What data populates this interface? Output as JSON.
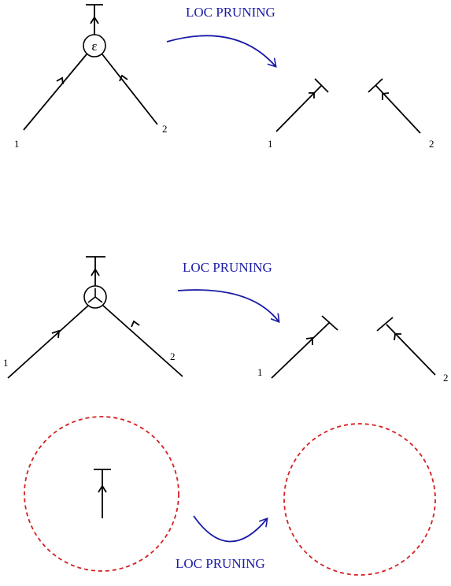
{
  "colors": {
    "line": "#000000",
    "arrow": "#1a1aa6",
    "label": "#1a1aa6",
    "dashed_circle": "#d42020"
  },
  "row1": {
    "pruning_label": "LOC PRUNING",
    "vertex_symbol": "ε",
    "leg_left_label": "1",
    "leg_right_label": "2",
    "result_left_label": "1",
    "result_right_label": "2"
  },
  "row2": {
    "pruning_label": "LOC PRUNING",
    "leg_left_label": "1",
    "leg_right_label": "2",
    "result_left_label": "1",
    "result_right_label": "2"
  },
  "row3": {
    "pruning_label": "LOC PRUNING"
  }
}
